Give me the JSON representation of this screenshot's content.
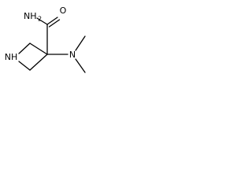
{
  "molecule": {
    "atoms": {
      "amide_n": "NH",
      "amide_n_sub": "2",
      "carbonyl_o": "O",
      "amine_n": "N",
      "ring_n": "NH"
    },
    "bond_color": "#000000"
  }
}
